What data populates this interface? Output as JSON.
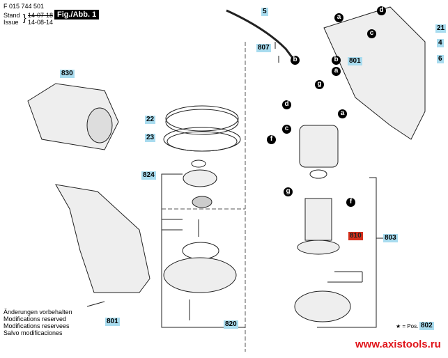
{
  "header": {
    "doc_number": "F 015 744 501",
    "stand": "Stand",
    "issue": "Issue",
    "old_date": "14-07-18",
    "date": "14-08-14",
    "figure": "Fig./Abb. 1"
  },
  "notes": [
    "Änderungen vorbehalten",
    "Modifications reserved",
    "Modifications reservees",
    "Salvo modificaciones"
  ],
  "legend": {
    "star_text": "= Pos.",
    "star_pos": "802"
  },
  "watermark": "www.axistools.ru",
  "part_labels": {
    "p5": "5",
    "p807": "807",
    "p21": "21",
    "p4": "4",
    "p6": "6",
    "p801a": "801",
    "p830": "830",
    "p22": "22",
    "p23": "23",
    "p824": "824",
    "p803": "803",
    "p810": "810",
    "p801b": "801",
    "p820": "820"
  },
  "letters": {
    "l1": "a",
    "l2": "d",
    "l3": "c",
    "l4": "b",
    "l5": "a",
    "l6": "b",
    "l7": "g",
    "l8": "d",
    "l9": "c",
    "l10": "a",
    "l11": "f",
    "l12": "g",
    "l13": "f"
  },
  "colors": {
    "label_bg": "#a9dcef",
    "highlight": "#d4301c",
    "watermark": "#e0141a"
  }
}
